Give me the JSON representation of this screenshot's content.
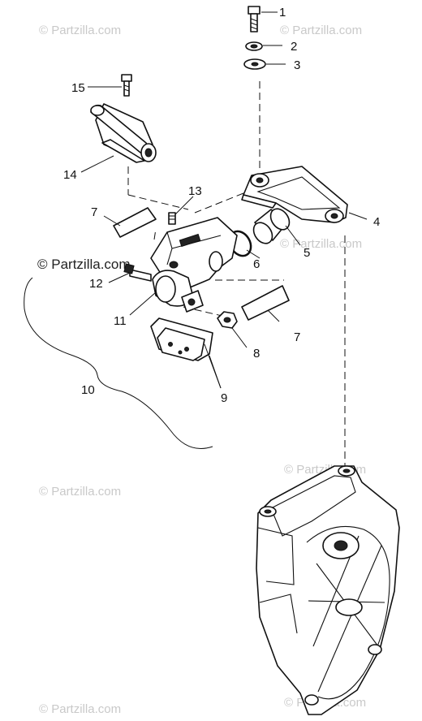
{
  "watermark": {
    "text": "© Partzilla.com",
    "color": "#cccccc",
    "dark_color": "#222222"
  },
  "callouts": {
    "c1": "1",
    "c2": "2",
    "c3": "3",
    "c4": "4",
    "c5": "5",
    "c6": "6",
    "c7a": "7",
    "c7b": "7",
    "c8": "8",
    "c9": "9",
    "c10": "10",
    "c11": "11",
    "c12": "12",
    "c13": "13",
    "c14": "14",
    "c15": "15"
  }
}
